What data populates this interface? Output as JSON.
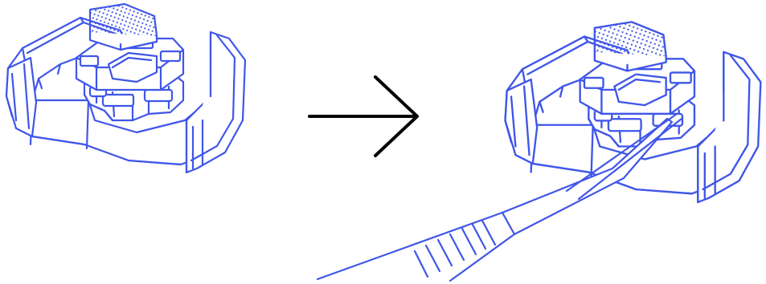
{
  "diagram": {
    "panels": [
      {
        "id": "before",
        "subject": "device-assembly"
      },
      {
        "id": "after",
        "subject": "device-assembly-with-tweezers"
      }
    ],
    "connector": {
      "type": "arrow",
      "direction": "right"
    },
    "colors": {
      "line": "#3f56e8",
      "arrow": "#000000",
      "background": "#ffffff"
    }
  }
}
